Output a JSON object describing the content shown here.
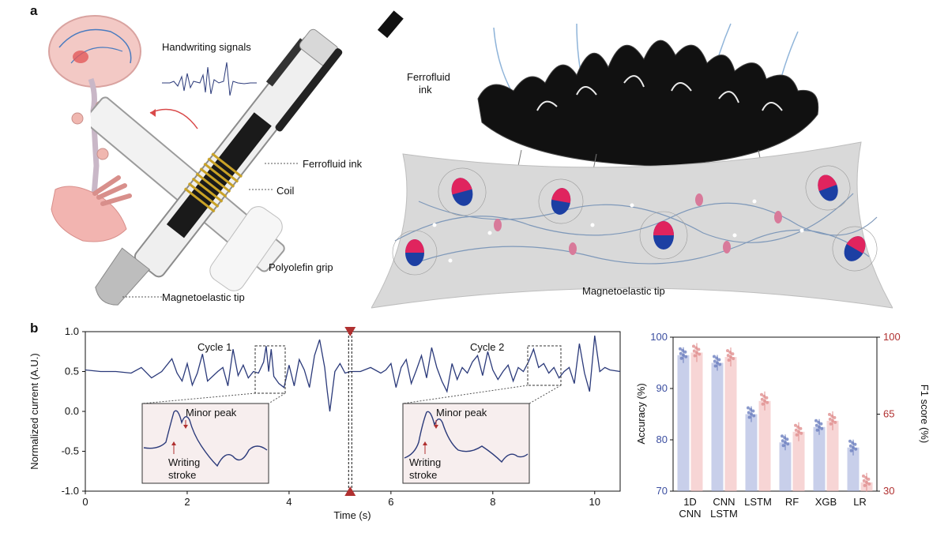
{
  "panel_a": {
    "letter": "a",
    "labels": {
      "handwriting_signals": "Handwriting signals",
      "ferrofluid_ink_pen": "Ferrofluid ink",
      "coil": "Coil",
      "polyolefin_grip": "Polyolefin grip",
      "magnetoelastic_tip_pen": "Magnetoelastic tip",
      "ferrofluid_ink_right_1": "Ferrofluid",
      "ferrofluid_ink_right_2": "ink",
      "magnetoelastic_tip_right": "Magnetoelastic tip"
    }
  },
  "panel_b": {
    "letter": "b",
    "colors": {
      "trace": "#2b3a7a",
      "marker": "#b03030",
      "inset_bg": "#f7eeee",
      "accuracy": "#9aa8d8",
      "f1": "#f2b9b9"
    },
    "chart_data": [
      {
        "type": "line",
        "xlabel": "Time (s)",
        "ylabel": "Normalized current (A.U.)",
        "xlim": [
          0,
          10.5
        ],
        "ylim": [
          -1.0,
          1.0
        ],
        "xticks": [
          "0",
          "2",
          "4",
          "6",
          "8",
          "10"
        ],
        "yticks": [
          "1.0",
          "0.5",
          "0.0",
          "-0.5",
          "-1.0"
        ],
        "annotations": {
          "cycle1": "Cycle 1",
          "cycle2": "Cycle 2"
        },
        "divider_x": 5.2,
        "series": [
          {
            "x": [
              0,
              0.3,
              0.6,
              0.9,
              1.1,
              1.3,
              1.5,
              1.7,
              1.8,
              1.9,
              2.0,
              2.1,
              2.2,
              2.3,
              2.4,
              2.6,
              2.7,
              2.8,
              2.9,
              3.0,
              3.1,
              3.2,
              3.3,
              3.4,
              3.5,
              3.55,
              3.6,
              3.65,
              3.7,
              3.8,
              3.9,
              4.0,
              4.1,
              4.2,
              4.3,
              4.4,
              4.5,
              4.6,
              4.7,
              4.75,
              4.8,
              4.9,
              5.0,
              5.1,
              5.2,
              5.4,
              5.6,
              5.8,
              5.9,
              6.0,
              6.1,
              6.2,
              6.3,
              6.4,
              6.5,
              6.6,
              6.7,
              6.8,
              6.9,
              7.0,
              7.1,
              7.2,
              7.3,
              7.4,
              7.5,
              7.6,
              7.7,
              7.8,
              7.9,
              8.0,
              8.1,
              8.2,
              8.3,
              8.4,
              8.5,
              8.6,
              8.7,
              8.8,
              8.9,
              9.0,
              9.1,
              9.2,
              9.3,
              9.4,
              9.5,
              9.6,
              9.7,
              9.8,
              9.9,
              10.0,
              10.1,
              10.2,
              10.3,
              10.5
            ],
            "y": [
              0.52,
              0.5,
              0.5,
              0.48,
              0.55,
              0.42,
              0.5,
              0.66,
              0.48,
              0.38,
              0.6,
              0.33,
              0.48,
              0.72,
              0.38,
              0.5,
              0.55,
              0.32,
              0.78,
              0.45,
              0.58,
              0.42,
              0.5,
              0.48,
              0.62,
              0.82,
              0.5,
              0.78,
              0.44,
              0.35,
              0.3,
              0.58,
              0.32,
              0.65,
              0.52,
              0.3,
              0.7,
              0.9,
              0.55,
              0.25,
              0.0,
              0.5,
              0.6,
              0.48,
              0.5,
              0.5,
              0.55,
              0.48,
              0.52,
              0.6,
              0.3,
              0.55,
              0.65,
              0.35,
              0.52,
              0.7,
              0.42,
              0.8,
              0.55,
              0.38,
              0.25,
              0.6,
              0.4,
              0.55,
              0.48,
              0.62,
              0.7,
              0.45,
              0.75,
              0.52,
              0.4,
              0.5,
              0.58,
              0.38,
              0.55,
              0.5,
              0.62,
              0.78,
              0.55,
              0.6,
              0.48,
              0.55,
              0.42,
              0.5,
              0.55,
              0.35,
              0.85,
              0.48,
              0.25,
              0.95,
              0.5,
              0.55,
              0.52,
              0.5
            ]
          }
        ],
        "insets": [
          {
            "minor_peak": "Minor peak",
            "writing_stroke_1": "Writing",
            "writing_stroke_2": "stroke"
          },
          {
            "minor_peak": "Minor peak",
            "writing_stroke_1": "Writing",
            "writing_stroke_2": "stroke"
          }
        ]
      },
      {
        "type": "bar",
        "categories": [
          "1D CNN",
          "CNN LSTM",
          "LSTM",
          "RF",
          "XGB",
          "LR"
        ],
        "category_lines": [
          [
            "1D",
            "CNN"
          ],
          [
            "CNN",
            "LSTM"
          ],
          [
            "LSTM"
          ],
          [
            "RF"
          ],
          [
            "XGB"
          ],
          [
            "LR"
          ]
        ],
        "ylabel": "Accuracy (%)",
        "y2label": "F1 score (%)",
        "ylim": [
          70,
          100
        ],
        "y2lim": [
          30,
          100
        ],
        "yticks": [
          "100",
          "90",
          "80",
          "70"
        ],
        "y2ticks": [
          "100",
          "65",
          "30"
        ],
        "series": [
          {
            "axis": "left",
            "values": [
              96.5,
              95.0,
              85.0,
              79.5,
              82.5,
              78.5
            ]
          },
          {
            "axis": "right",
            "values": [
              93.0,
              91.0,
              71.0,
              57.0,
              62.0,
              34.0
            ]
          }
        ]
      }
    ]
  }
}
